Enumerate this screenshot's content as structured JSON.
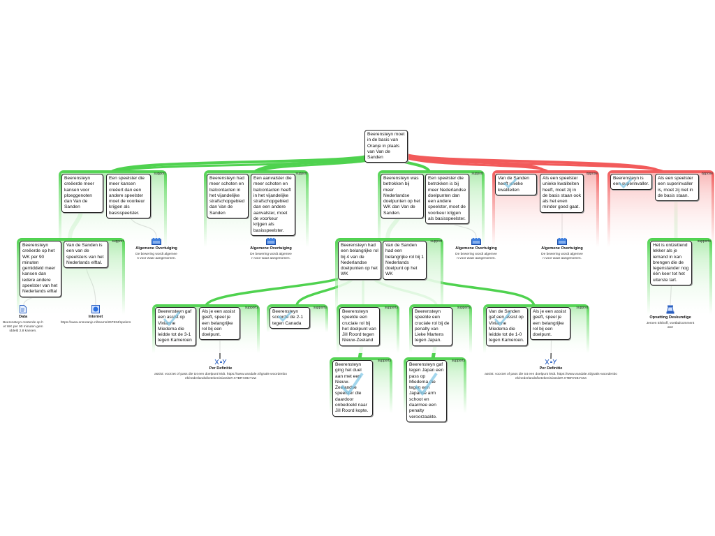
{
  "root": "Beerensteyn moet in de basis van Oranje in plaats van Van de Sanden",
  "labels": {
    "support": "support",
    "supports": "supports",
    "oppose": "oppose"
  },
  "colors": {
    "support": "#4fd24f",
    "oppose": "#f25a5a",
    "check": "#7cc6e6"
  },
  "nodes": {
    "a1": "Beerensteyn creëerde meer kansen voor ploeggenoten dan Van de Sanden",
    "a2": "Een speelster die meer kansen creëert dan een andere speelster moet de voorkeur krijgen als basisspeelster.",
    "b1": "Beerensteyn had meer schoten en balcontacten in het vijandelijke strafschopgebied dan Van de Sanden",
    "b2": "Een aanvalster die meer schoten en balcontacten heeft in het vijandelijke strafschopgebied dan een andere aanvalster, moet de voorkeur krijgen als basisspeelster.",
    "c1": "Beerensteyn was betrokken bij meer Nederlandse doelpunten op het WK dan Van de Sanden.",
    "c2": "Een speelster die betrokken is bij meer Nederlandse doelpunten dan een andere speelster, moet de voorkeur krijgen als basisspeelster.",
    "d1": "Van de Sanden heeft unieke kwaliteiten",
    "d2": "Als een speelster unieke kwaliteiten heeft, moet zij in de basis staan ook als het even minder goed gaat.",
    "e1": "Beerensteyn is een superinvaller.",
    "e2": "Als een speelster een superinvaller is, moet zij niet in de basis staan.",
    "f1": "Beerensteyn creëerde op het WK per 90 minuten gemiddeld meer kansen dan iedere andere speelster van het Nederlands elftal",
    "f2": "Van de Sanden is een van de speelsters van het Nederlands elftal.",
    "h1": "Beerensteyn had een belangrijke rol bij 4 van de Nederlandse doelpunten op het WK",
    "h2": "Van de Sanden had een belangrijke rol bij 1 Nederlands doelpunt op het WK",
    "i1": "Het is ontzettend lekker als je iemand in kan brengen die de tegenstander nog één keer tot het uiterste tart.",
    "j1": "Beerensteyn gaf een assist op Vivianne Miedema die leidde tot de 3-1 tegen Kameroen",
    "j2": "Als je een assist geeft, speel je een belangrijke rol bij een doelpunt.",
    "k1": "Beerensteyn scoorde de 2-1 tegen Canada",
    "l1": "Beerensteyn speelde een cruciale rol bij het doelpunt van Jill Roord tegen Nieuw-Zeeland",
    "m1": "Beerensteyn speelde een cruciale rol bij de penalty van Lieke Martens tegen Japan.",
    "n1": "Van de Sanden gaf een assist op Vivianne Miedema die leidde tot de 1-0 tegen Kameroen.",
    "n2": "Als je een assist geeft, speel je een belangrijke rol bij een doelpunt.",
    "o1": "Beerensteyn ging het duel aan met een Nieuw-Zeelandse speelster die daardoor onbedoeld naar Jill Roord kopte.",
    "p1": "Beerensteyn gaf tegen Japan een pass op Miedema die tegen een Japanse arm schoot en daarmee een penalty veroorzaakte."
  },
  "evidence": {
    "alg": {
      "title": "Algemene Overtuiging",
      "desc": "De bewering wordt algemeen voor waar aangenomen."
    },
    "data": {
      "title": "Data",
      "desc": "Beerensteyn creëerde op het WK per 90 minuten gemiddeld 2,8 kansen."
    },
    "internet": {
      "title": "Internet",
      "desc": "https://www.onsoranje.nl/teams/267834/spelers"
    },
    "perdef1": {
      "title": "Per Definitie",
      "desc": "assist: voorzet of pass die tot een doelpunt leidt. https://www.vandale.nl/gratis-woordenboek/nederlands/betekenis/assist#.XTBR728zY2w"
    },
    "perdef2": {
      "title": "Per Definitie",
      "desc": "assist: voorzet of pass die tot een doelpunt leidt. https://www.vandale.nl/gratis-woordenboek/nederlands/betekenis/assist#.XTBR728zY2w"
    },
    "opvatting": {
      "title": "Opvatting Deskundige",
      "desc": "Jeroen Elshoff, voetbalcommentator"
    }
  }
}
